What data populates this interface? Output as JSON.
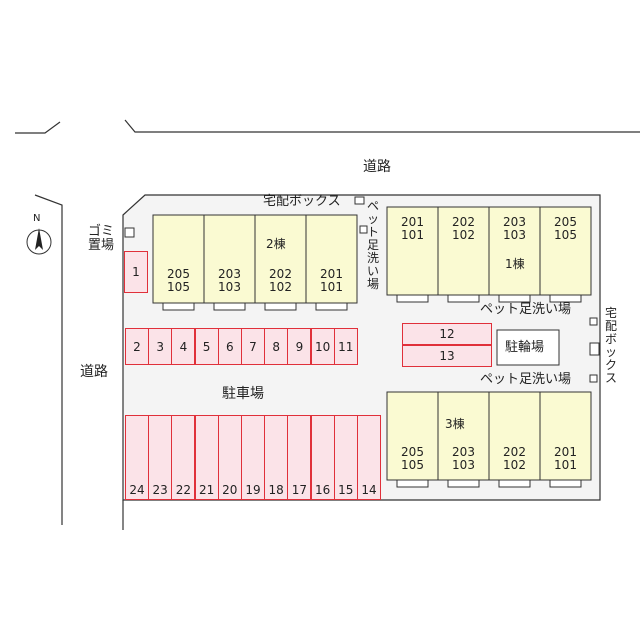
{
  "roads": {
    "top": "道路",
    "left": "道路"
  },
  "compass": {
    "label": "N"
  },
  "labels": {
    "garbage": "ゴミ置場",
    "delivery_top": "宅配ボックス",
    "foot_wash_mid": "ペット足洗い場",
    "foot_wash_right": "ペット足洗い場",
    "foot_wash_lower": "ペット足洗い場",
    "delivery_right": "宅配ボックス",
    "parking": "駐車場",
    "bicycle": "駐輪場"
  },
  "buildings": {
    "b1": {
      "name": "1棟",
      "units": [
        {
          "top": "201",
          "bottom": "101"
        },
        {
          "top": "202",
          "bottom": "102"
        },
        {
          "top": "203",
          "bottom": "103"
        },
        {
          "top": "205",
          "bottom": "105"
        }
      ]
    },
    "b2": {
      "name": "2棟",
      "units": [
        {
          "top": "205",
          "bottom": "105"
        },
        {
          "top": "203",
          "bottom": "103"
        },
        {
          "top": "202",
          "bottom": "102"
        },
        {
          "top": "201",
          "bottom": "101"
        }
      ]
    },
    "b3": {
      "name": "3棟",
      "units": [
        {
          "top": "205",
          "bottom": "105"
        },
        {
          "top": "203",
          "bottom": "103"
        },
        {
          "top": "202",
          "bottom": "102"
        },
        {
          "top": "201",
          "bottom": "101"
        }
      ]
    }
  },
  "parking_stalls": {
    "single": "1",
    "row_top": [
      "2",
      "3",
      "4",
      "5",
      "6",
      "7",
      "8",
      "9",
      "10",
      "11"
    ],
    "side": [
      "12",
      "13"
    ],
    "row_bottom": [
      "24",
      "23",
      "22",
      "21",
      "20",
      "19",
      "18",
      "17",
      "16",
      "15",
      "14"
    ]
  },
  "colors": {
    "building": "#fafad2",
    "stall_border": "#e0303a",
    "stall_fill": "#fbe3e8",
    "lot": "#f4f4f4"
  }
}
